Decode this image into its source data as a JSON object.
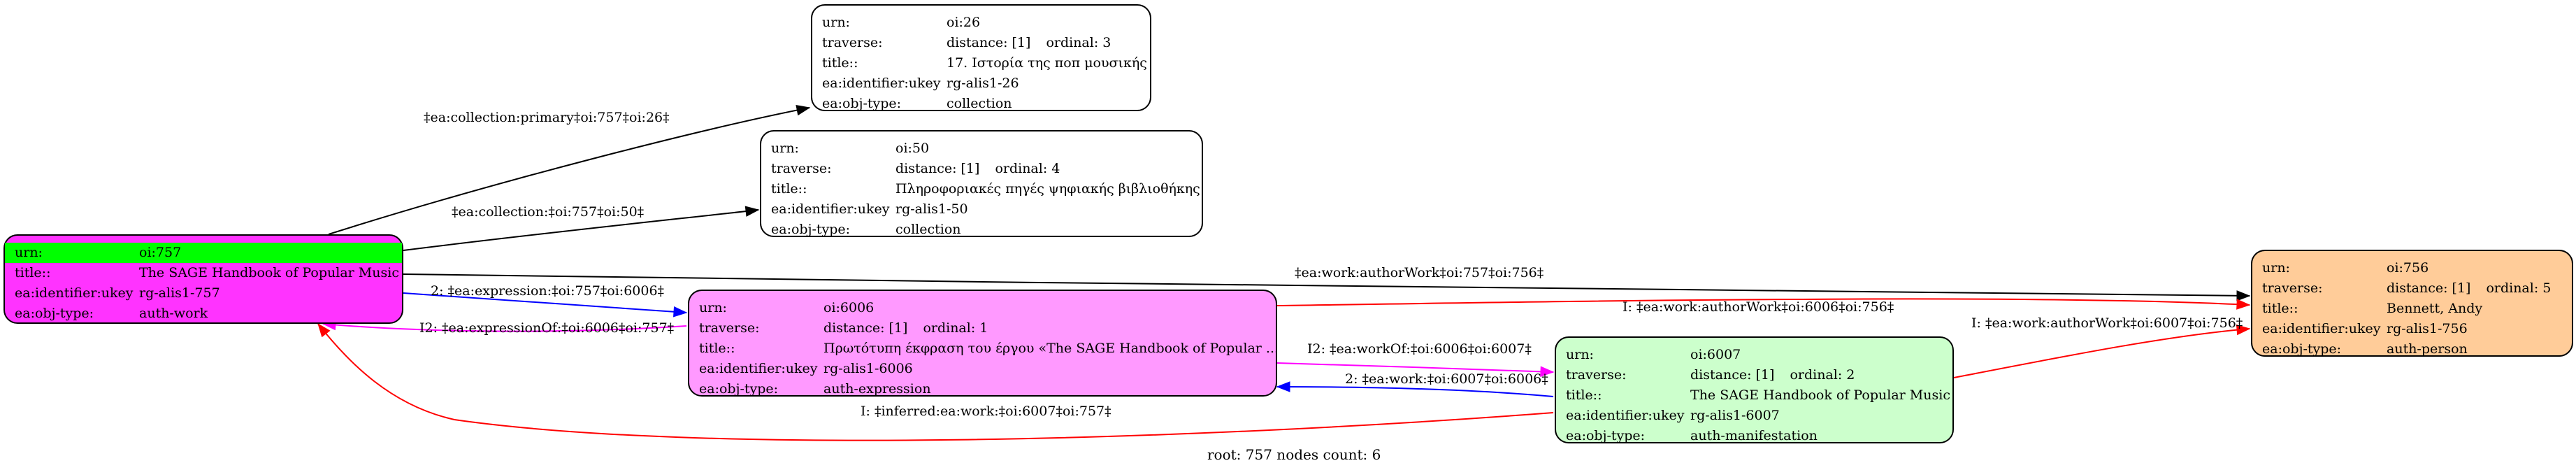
{
  "footer": "root: 757 nodes count: 6",
  "nodes": {
    "n757": {
      "fill": "#ff33ff",
      "rows": [
        {
          "k": "urn:",
          "v": "oi:757",
          "highlight": "#00ff00"
        },
        {
          "k": "title::",
          "v": "The SAGE Handbook of Popular Music"
        },
        {
          "k": "ea:identifier:ukey",
          "v": "rg-alis1-757"
        },
        {
          "k": "ea:obj-type:",
          "v": "auth-work"
        }
      ]
    },
    "n26": {
      "fill": "#ffffff",
      "rows": [
        {
          "k": "urn:",
          "v": "oi:26"
        },
        {
          "k": "traverse:",
          "v": "distance: [1]",
          "ord": "ordinal: 3"
        },
        {
          "k": "title::",
          "v": "17. Ιστορία της ποπ μουσικής"
        },
        {
          "k": "ea:identifier:ukey",
          "v": "rg-alis1-26"
        },
        {
          "k": "ea:obj-type:",
          "v": "collection"
        }
      ]
    },
    "n50": {
      "fill": "#ffffff",
      "rows": [
        {
          "k": "urn:",
          "v": "oi:50"
        },
        {
          "k": "traverse:",
          "v": "distance: [1]",
          "ord": "ordinal: 4"
        },
        {
          "k": "title::",
          "v": "Πληροφοριακές πηγές ψηφιακής βιβλιοθήκης"
        },
        {
          "k": "ea:identifier:ukey",
          "v": "rg-alis1-50"
        },
        {
          "k": "ea:obj-type:",
          "v": "collection"
        }
      ]
    },
    "n6006": {
      "fill": "#ff99ff",
      "rows": [
        {
          "k": "urn:",
          "v": "oi:6006"
        },
        {
          "k": "traverse:",
          "v": "distance: [1]",
          "ord": "ordinal: 1"
        },
        {
          "k": "title::",
          "v": "Πρωτότυπη έκφραση του έργου «The SAGE Handbook of Popular ..."
        },
        {
          "k": "ea:identifier:ukey",
          "v": "rg-alis1-6006"
        },
        {
          "k": "ea:obj-type:",
          "v": "auth-expression"
        }
      ]
    },
    "n6007": {
      "fill": "#ccffcc",
      "rows": [
        {
          "k": "urn:",
          "v": "oi:6007"
        },
        {
          "k": "traverse:",
          "v": "distance: [1]",
          "ord": "ordinal: 2"
        },
        {
          "k": "title::",
          "v": "The SAGE Handbook of Popular Music"
        },
        {
          "k": "ea:identifier:ukey",
          "v": "rg-alis1-6007"
        },
        {
          "k": "ea:obj-type:",
          "v": "auth-manifestation"
        }
      ]
    },
    "n756": {
      "fill": "#ffcc99",
      "rows": [
        {
          "k": "urn:",
          "v": "oi:756"
        },
        {
          "k": "traverse:",
          "v": "distance: [1]",
          "ord": "ordinal: 5"
        },
        {
          "k": "title::",
          "v": "Bennett, Andy"
        },
        {
          "k": "ea:identifier:ukey",
          "v": "rg-alis1-756"
        },
        {
          "k": "ea:obj-type:",
          "v": "auth-person"
        }
      ]
    }
  },
  "edges": [
    {
      "label": "‡ea:collection:primary‡oi:757‡oi:26‡",
      "color": "#000000"
    },
    {
      "label": "‡ea:collection:‡oi:757‡oi:50‡",
      "color": "#000000"
    },
    {
      "label": "‡ea:work:authorWork‡oi:757‡oi:756‡",
      "color": "#000000"
    },
    {
      "label": "2: ‡ea:expression:‡oi:757‡oi:6006‡",
      "color": "#0000ff"
    },
    {
      "label": "I2: ‡ea:expressionOf:‡oi:6006‡oi:757‡",
      "color": "#ff00ff"
    },
    {
      "label": "I: ‡ea:work:authorWork‡oi:6006‡oi:756‡",
      "color": "#ff0000"
    },
    {
      "label": "I2: ‡ea:workOf:‡oi:6006‡oi:6007‡",
      "color": "#ff00ff"
    },
    {
      "label": "2: ‡ea:work:‡oi:6007‡oi:6006‡",
      "color": "#0000ff"
    },
    {
      "label": "I: ‡ea:work:authorWork‡oi:6007‡oi:756‡",
      "color": "#ff0000"
    },
    {
      "label": "I: ‡inferred:ea:work:‡oi:6007‡oi:757‡",
      "color": "#ff0000"
    }
  ]
}
